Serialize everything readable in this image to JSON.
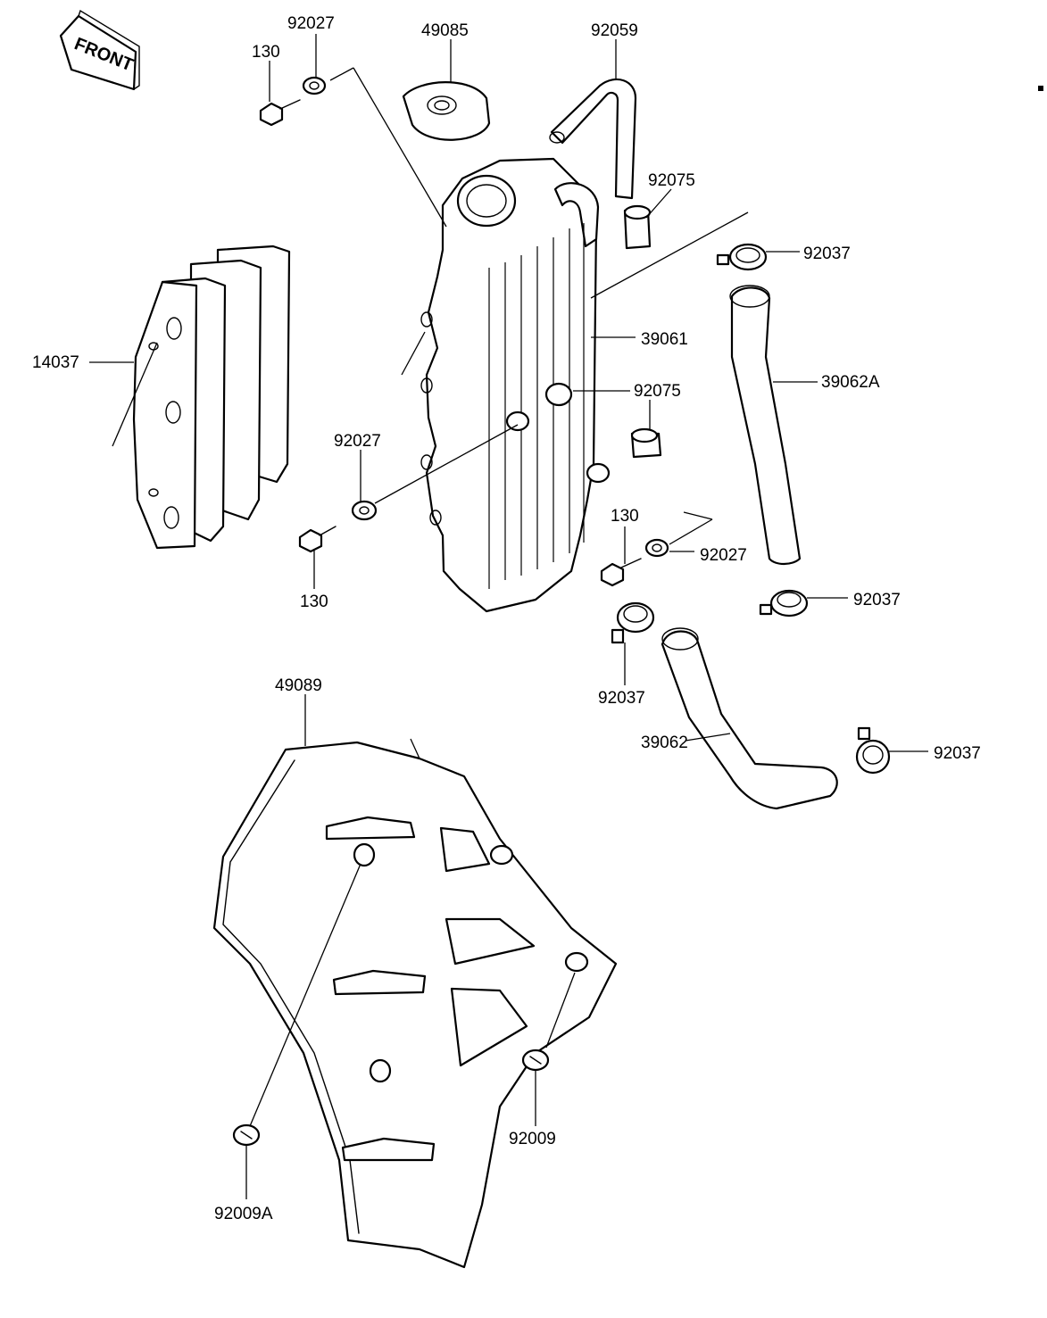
{
  "front_badge": "FRONT",
  "part_numbers": {
    "bolt_top": "130",
    "collar_top": "92027",
    "cap": "49085",
    "breather_hose": "92059",
    "grommet_top": "92075",
    "clamp_upper_right": "92037",
    "radiator": "39061",
    "hose_upper": "39062A",
    "grommet_mid": "92075",
    "guard_louver": "14037",
    "collar_mid_left": "92027",
    "bolt_mid_left": "130",
    "bolt_mid_right": "130",
    "collar_mid_right": "92027",
    "clamp_mid_right": "92037",
    "shroud": "49089",
    "clamp_lower_mid": "92037",
    "hose_lower": "39062",
    "clamp_lower_right": "92037",
    "screw_right": "92009",
    "screw_left": "92009A"
  }
}
